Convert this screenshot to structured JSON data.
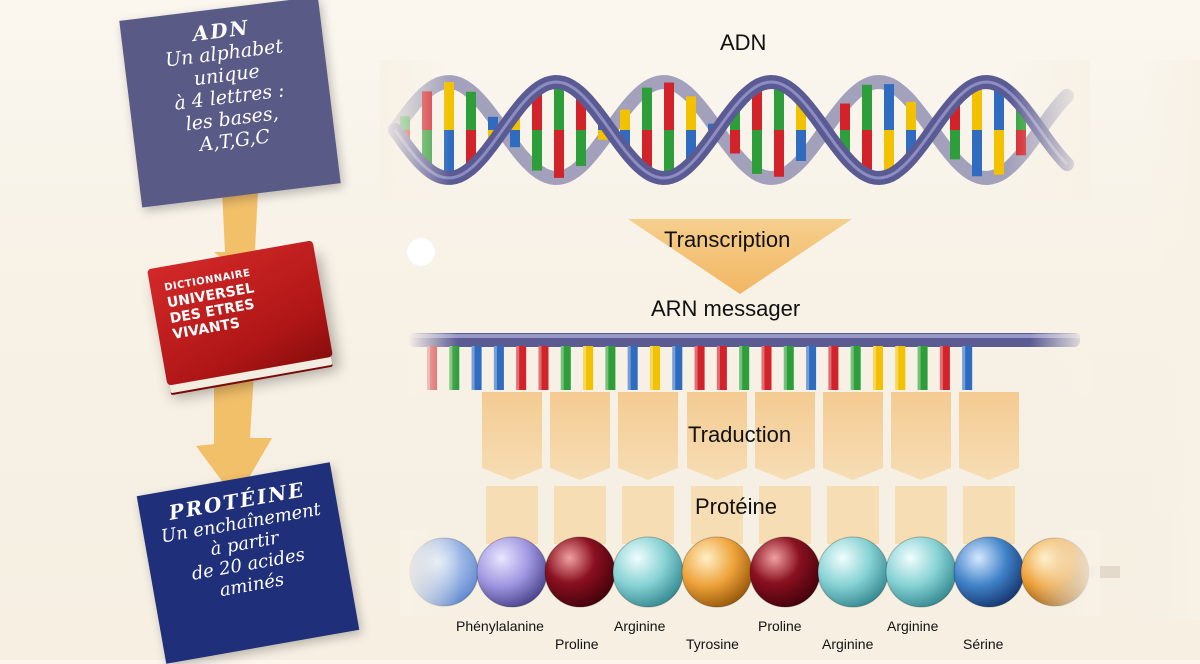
{
  "left_panel": {
    "adn_card": {
      "title": "ADN",
      "lines": [
        "Un alphabet",
        "unique",
        "à 4 lettres :",
        "les bases,",
        "A,T,G,C"
      ]
    },
    "book": {
      "line1": "DICTIONNAIRE",
      "line2": "UNIVERSEL",
      "line3": "DES ETRES",
      "line4": "VIVANTS"
    },
    "protein_card": {
      "title": "PROTÉINE",
      "lines": [
        "Un enchaînement",
        "à partir",
        "de 20 acides",
        "aminés"
      ]
    }
  },
  "diagram": {
    "dna_label": "ADN",
    "transcription_label": "Transcription",
    "mrna_label": "ARN messager",
    "translation_label": "Traduction",
    "protein_label": "Protéine",
    "mrna_bases": [
      "C",
      "G",
      "U",
      "U",
      "C",
      "C",
      "G",
      "A",
      "G",
      "U",
      "A",
      "U",
      "C",
      "C",
      "G",
      "C",
      "G",
      "U",
      "C",
      "G",
      "A",
      "A",
      "G",
      "C",
      "U"
    ],
    "amino_acids": [
      "Phénylalanine",
      "Proline",
      "Arginine",
      "Tyrosine",
      "Proline",
      "Arginine",
      "Arginine",
      "Sérine"
    ]
  },
  "colors": {
    "base_A": "#f2c200",
    "base_T": "#2f6cc0",
    "base_U": "#2f6cc0",
    "base_G": "#2e9e3a",
    "base_C": "#d2232a",
    "backbone": "#5b5b94",
    "arrow": "#f0c27a",
    "adn_card": "#5a5a86",
    "protein_card": "#1f2f7a",
    "book": "#c41e1e"
  }
}
